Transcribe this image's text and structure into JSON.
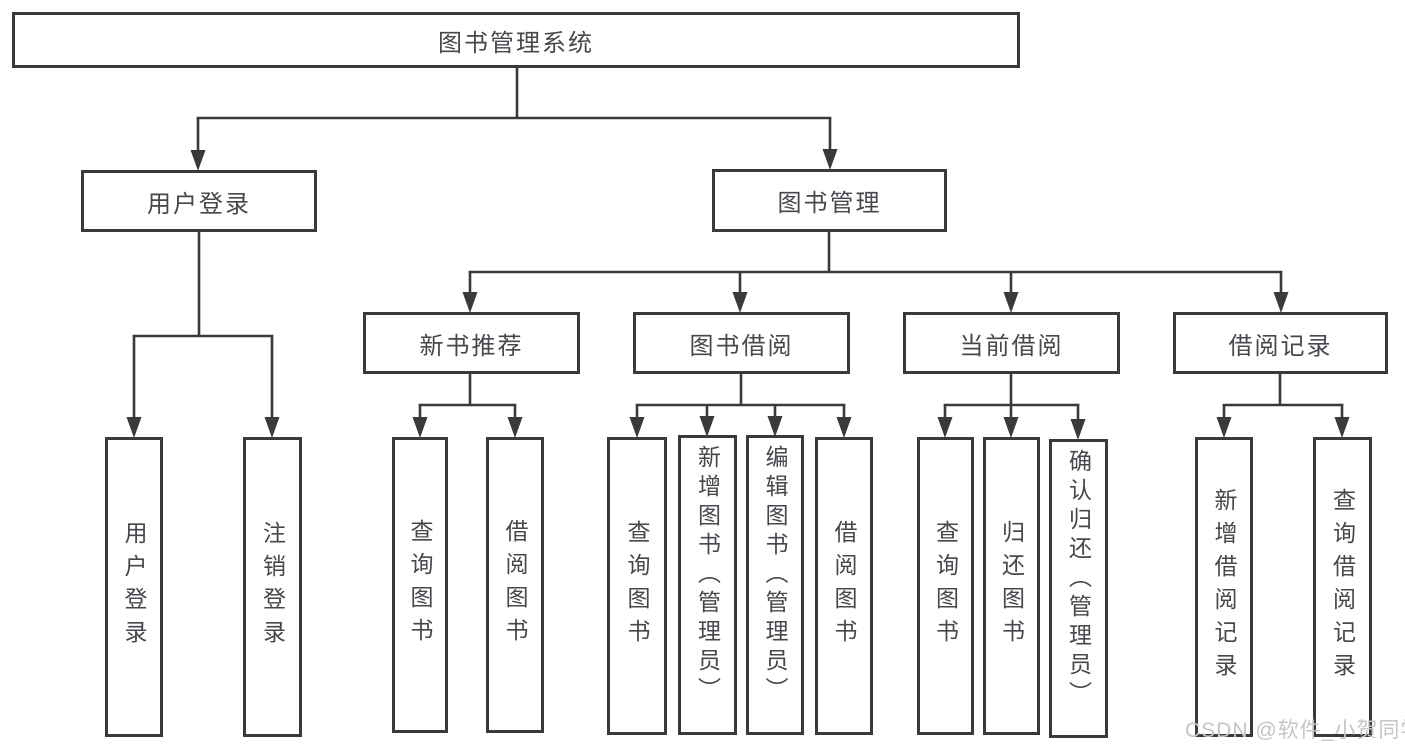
{
  "diagram": {
    "root": {
      "label": "图书管理系统"
    },
    "branches": {
      "login": {
        "label": "用户登录",
        "children": [
          {
            "label": "用户登录"
          },
          {
            "label": "注销登录"
          }
        ]
      },
      "management": {
        "label": "图书管理",
        "sections": [
          {
            "label": "新书推荐",
            "children": [
              {
                "label": "查询图书"
              },
              {
                "label": "借阅图书"
              }
            ]
          },
          {
            "label": "图书借阅",
            "children": [
              {
                "label": "查询图书"
              },
              {
                "label": "新增图书（管理员）"
              },
              {
                "label": "编辑图书（管理员）"
              },
              {
                "label": "借阅图书"
              }
            ]
          },
          {
            "label": "当前借阅",
            "children": [
              {
                "label": "查询图书"
              },
              {
                "label": "归还图书"
              },
              {
                "label": "确认归还（管理员）"
              }
            ]
          },
          {
            "label": "借阅记录",
            "children": [
              {
                "label": "新增借阅记录"
              },
              {
                "label": "查询借阅记录"
              }
            ]
          }
        ]
      }
    }
  },
  "watermark": {
    "text": "CSDN @软件_小贺同学"
  },
  "colors": {
    "line": "#3a3a3a",
    "text": "#47474d",
    "watermark": "#c5c5c6",
    "background": "#ffffff"
  }
}
